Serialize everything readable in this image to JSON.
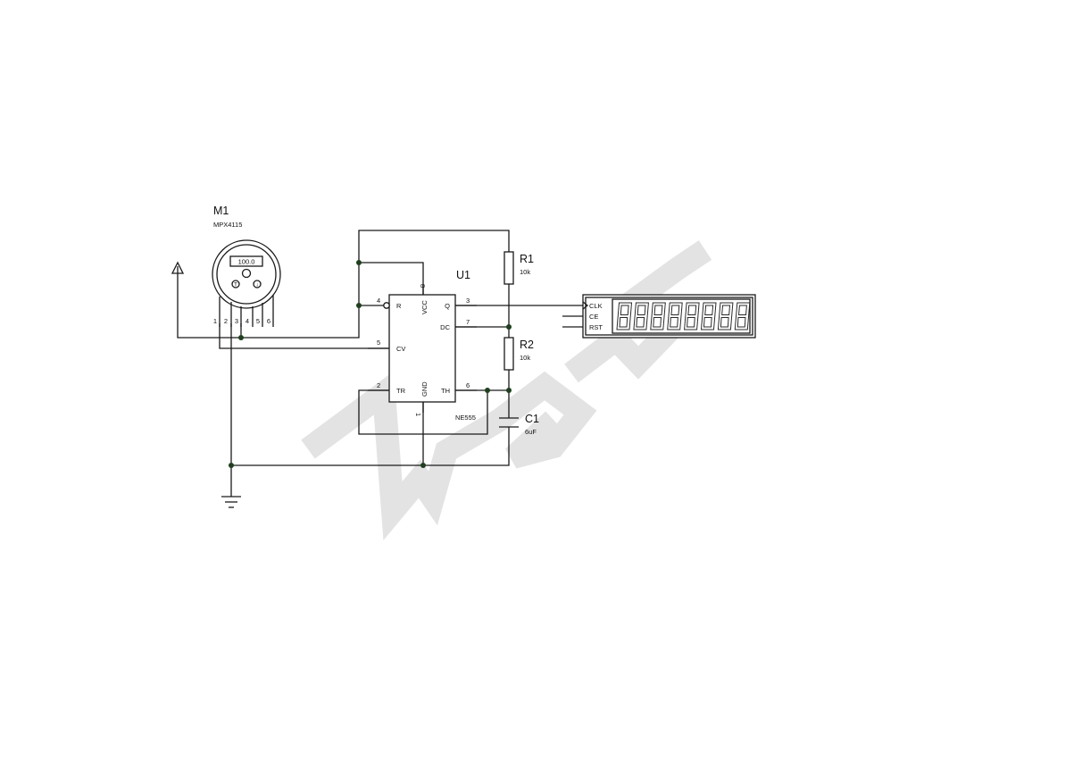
{
  "components": {
    "m1": {
      "ref": "M1",
      "part": "MPX4115",
      "display": "100.0",
      "pins": [
        "1",
        "2",
        "3",
        "4",
        "5",
        "6"
      ]
    },
    "u1": {
      "ref": "U1",
      "part": "NE555",
      "pins": {
        "R": "R",
        "VCC": "VCC",
        "Q": "Q",
        "DC": "DC",
        "CV": "CV",
        "TR": "TR",
        "GND": "GND",
        "TH": "TH"
      },
      "pin_numbers": {
        "R": "4",
        "VCC": "8",
        "Q": "3",
        "DC": "7",
        "CV": "5",
        "TR": "2",
        "GND": "1",
        "TH": "6"
      }
    },
    "r1": {
      "ref": "R1",
      "value": "10k"
    },
    "r2": {
      "ref": "R2",
      "value": "10k"
    },
    "c1": {
      "ref": "C1",
      "value": "6uF"
    },
    "counter": {
      "pins": {
        "clk": "CLK",
        "ce": "CE",
        "rst": "RST"
      },
      "digits": 8
    }
  },
  "icons": {
    "power": "power-terminal-icon",
    "ground": "ground-icon"
  },
  "colors": {
    "wire": "#1a1a1a",
    "junction": "#1f3f1f",
    "watermark": "#d9d9d9"
  }
}
